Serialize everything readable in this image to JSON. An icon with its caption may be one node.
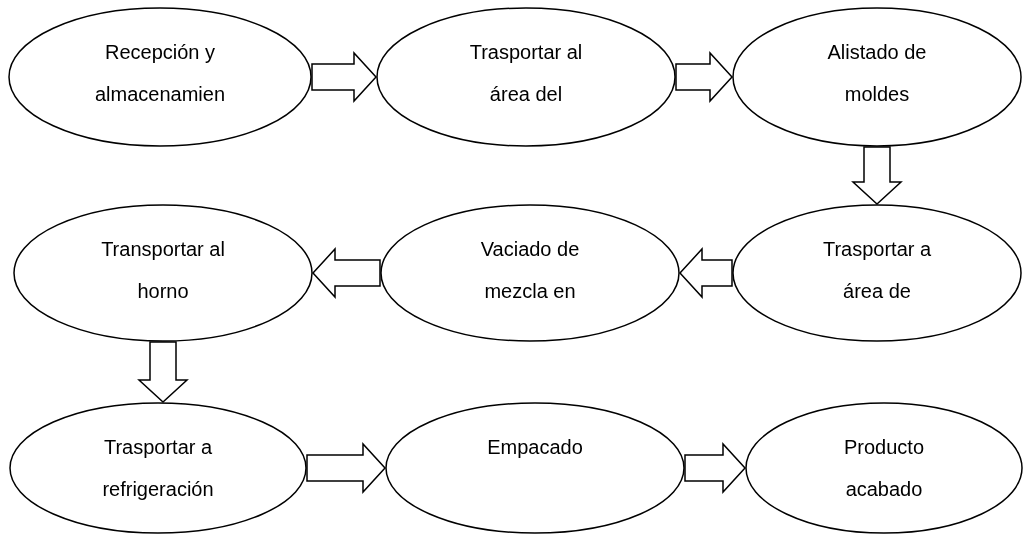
{
  "diagram": {
    "nodes": [
      {
        "text": [
          "Recepción y almacenamien"
        ]
      },
      {
        "text": [
          "Trasportar al área del"
        ]
      },
      {
        "text": [
          "Alistado de moldes"
        ]
      },
      {
        "text": [
          "Trasportar a área de"
        ]
      },
      {
        "text": [
          "Vaciado de mezcla en"
        ]
      },
      {
        "text": [
          "Transportar al horno"
        ]
      },
      {
        "text": [
          "Trasportar a refrigeración"
        ]
      },
      {
        "text": [
          "Empacado"
        ]
      },
      {
        "text": [
          "Producto acabado"
        ]
      }
    ],
    "edges": [
      {
        "from": 0,
        "to": 1,
        "arrow": "to"
      },
      {
        "from": 1,
        "to": 2,
        "arrow": "to"
      },
      {
        "from": 2,
        "to": 3,
        "arrow": "to"
      },
      {
        "from": 3,
        "to": 4,
        "arrow": "to"
      },
      {
        "from": 4,
        "to": 5,
        "arrow": "to"
      },
      {
        "from": 5,
        "to": 6,
        "arrow": "to"
      },
      {
        "from": 6,
        "to": 7,
        "arrow": "to"
      },
      {
        "from": 7,
        "to": 8,
        "arrow": "to"
      }
    ]
  }
}
